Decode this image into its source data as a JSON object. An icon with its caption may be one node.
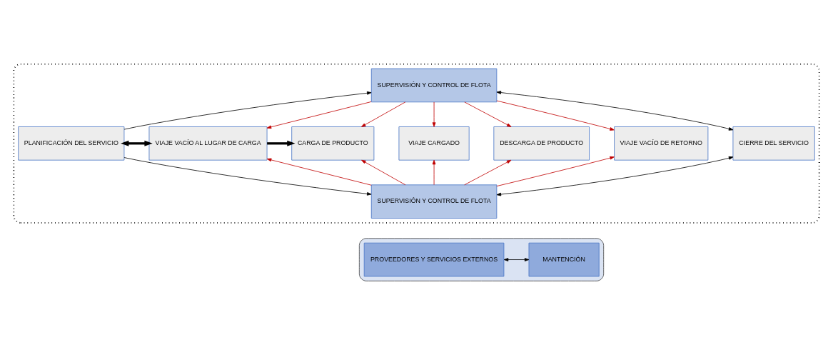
{
  "diagram": {
    "nodes": [
      {
        "text": [],
        "shape": "box"
      },
      {
        "text": [
          "SUPERVISIÓN Y CONTROL DE FLOTA"
        ],
        "in": 0
      },
      {
        "text": [
          "PLANIFICACIÓN DEL SERVICIO"
        ],
        "in": 0
      },
      {
        "text": [
          "VIAJE VACÍO AL LUGAR DE CARGA"
        ],
        "in": 0
      },
      {
        "text": [
          "CARGA DE PRODUCTO"
        ],
        "in": 0
      },
      {
        "text": [
          "VIAJE CARGADO"
        ],
        "in": 0
      },
      {
        "text": [
          "DESCARGA DE PRODUCTO"
        ],
        "in": 0
      },
      {
        "text": [
          "VIAJE VACÍO DE RETORNO"
        ],
        "in": 0
      },
      {
        "text": [
          "CIERRE DEL SERVICIO"
        ],
        "in": 0
      },
      {
        "text": [
          "SUPERVISIÓN Y CONTROL DE FLOTA"
        ],
        "in": 0
      },
      {
        "text": [],
        "shape": "box"
      },
      {
        "text": [
          "PROVEEDORES Y SERVICIOS EXTERNOS"
        ],
        "in": 10
      },
      {
        "text": [
          "MANTENCIÓN"
        ],
        "in": 10
      }
    ],
    "edges": [
      {
        "from": 2,
        "to": 1,
        "arrow": "to",
        "color": "#000000"
      },
      {
        "from": 2,
        "to": 9,
        "arrow": "to",
        "color": "#000000"
      },
      {
        "from": 2,
        "to": 3,
        "arrow": "both",
        "style": "thick",
        "color": "#000000"
      },
      {
        "from": 3,
        "to": 4,
        "arrow": "to",
        "style": "thick",
        "color": "#000000"
      },
      {
        "from": 1,
        "to": 8,
        "arrow": "both",
        "color": "#000000"
      },
      {
        "from": 9,
        "to": 8,
        "arrow": "both",
        "color": "#000000"
      },
      {
        "from": 1,
        "to": 3,
        "arrow": "to",
        "color": "#c00000"
      },
      {
        "from": 1,
        "to": 4,
        "arrow": "to",
        "color": "#c00000"
      },
      {
        "from": 1,
        "to": 5,
        "arrow": "to",
        "color": "#c00000"
      },
      {
        "from": 1,
        "to": 6,
        "arrow": "to",
        "color": "#c00000"
      },
      {
        "from": 1,
        "to": 7,
        "arrow": "to",
        "color": "#c00000"
      },
      {
        "from": 9,
        "to": 3,
        "arrow": "to",
        "color": "#c00000"
      },
      {
        "from": 9,
        "to": 4,
        "arrow": "to",
        "color": "#c00000"
      },
      {
        "from": 9,
        "to": 5,
        "arrow": "to",
        "color": "#c00000"
      },
      {
        "from": 9,
        "to": 6,
        "arrow": "to",
        "color": "#c00000"
      },
      {
        "from": 9,
        "to": 7,
        "arrow": "to",
        "color": "#c00000"
      },
      {
        "from": 11,
        "to": 12,
        "arrow": "both",
        "color": "#000000"
      }
    ]
  }
}
